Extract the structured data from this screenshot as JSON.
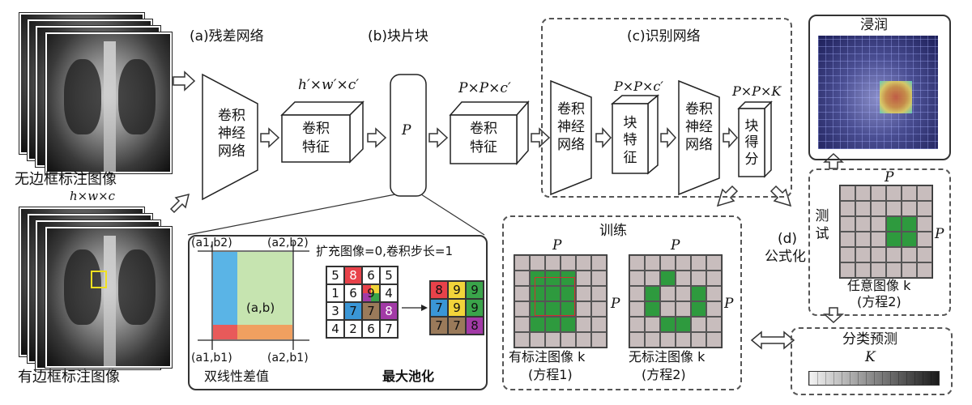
{
  "labels": {
    "a_title": "(a)残差网络",
    "b_title": "(b)块片块",
    "c_title": "(c)识别网络",
    "d_label": "(d)",
    "d_formula": "公式化",
    "infiltration": "浸润",
    "unlabeled_images": "无边框标注图像",
    "image_dims": "h×w×c",
    "labeled_images": "有边框标注图像",
    "cnn1": "卷积\n神经\n网络",
    "feat_dims1": "h′×w′×c′",
    "conv_feat1": "卷积\n特征",
    "patch_P": "P",
    "feat_dims2": "P×P×c′",
    "conv_feat2": "卷积\n特征",
    "cnn2": "卷积\n神经\n网络",
    "feat_dims3": "P×P×c′",
    "patch_feat": "块\n特\n征",
    "cnn3": "卷积\n神经\n网络",
    "feat_dims4": "P×P×K",
    "patch_score": "块\n得\n分",
    "bilinear": "双线性差值",
    "corner_a1b2": "(a1,b2)",
    "corner_a2b2": "(a2,b2)",
    "corner_a1b1": "(a1,b1)",
    "corner_a2b1": "(a2,b1)",
    "center_ab": "(a,b)",
    "maxpool_header": "扩充图像=0,卷积步长=1",
    "maxpool": "最大池化",
    "training": "训练",
    "P": "P",
    "labeled_img_k": "有标注图像 k",
    "eq1": "(方程1)",
    "unlabeled_img_k": "无标注图像 k",
    "eq2a": "(方程2)",
    "test": "测\n试",
    "any_img_k": "任意图像 k",
    "eq2b": "(方程2)",
    "classify": "分类预测",
    "K": "K"
  },
  "pool_input": [
    5,
    8,
    6,
    5,
    1,
    6,
    9,
    4,
    3,
    7,
    7,
    8,
    4,
    2,
    6,
    7
  ],
  "pool_output": [
    8,
    9,
    9,
    7,
    9,
    9,
    7,
    7,
    8
  ],
  "colors": {
    "red": "#e8424a",
    "yellow": "#f2d43a",
    "green": "#3aa44a",
    "blue": "#3a96d6",
    "purple": "#a23aa6",
    "brown": "#9a7a5a",
    "gray_cell": "#c8bdbd",
    "green_cell": "#2e9a3e",
    "bilinear_blue": "#5ab4e6",
    "bilinear_green": "#c6e4b0",
    "bilinear_red": "#e85a5a",
    "bilinear_orange": "#f0a060"
  }
}
